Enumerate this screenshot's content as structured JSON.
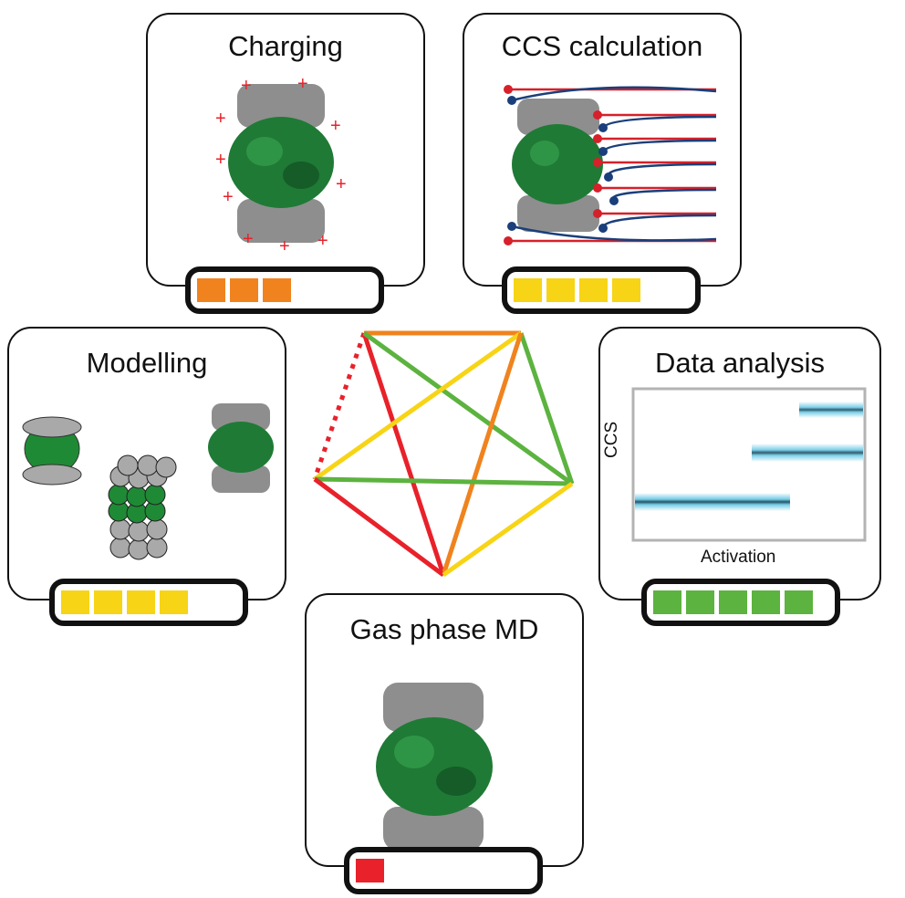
{
  "panels": {
    "charging": {
      "title": "Charging",
      "level": 3,
      "max": 6,
      "color": "#f0831e"
    },
    "ccs": {
      "title": "CCS calculation",
      "level": 4,
      "max": 6,
      "color": "#f7d416"
    },
    "modelling": {
      "title": "Modelling",
      "level": 4,
      "max": 6,
      "color": "#f7d416"
    },
    "analysis": {
      "title": "Data analysis",
      "level": 5,
      "max": 6,
      "color": "#5cb33f",
      "xlabel": "Activation",
      "ylabel": "CCS"
    },
    "md": {
      "title": "Gas phase MD",
      "level": 1,
      "max": 6,
      "color": "#e8212a"
    }
  },
  "charge_symbol": "+",
  "colors": {
    "protein_green": "#1f7a35",
    "protein_grey": "#8e8e8e",
    "red": "#e8212a",
    "orange": "#f0831e",
    "yellow": "#f7d416",
    "green": "#5cb33f",
    "trajectory_red": "#d7202a",
    "trajectory_blue": "#1a3f7a",
    "heat_blue": "#3cb4d9"
  }
}
